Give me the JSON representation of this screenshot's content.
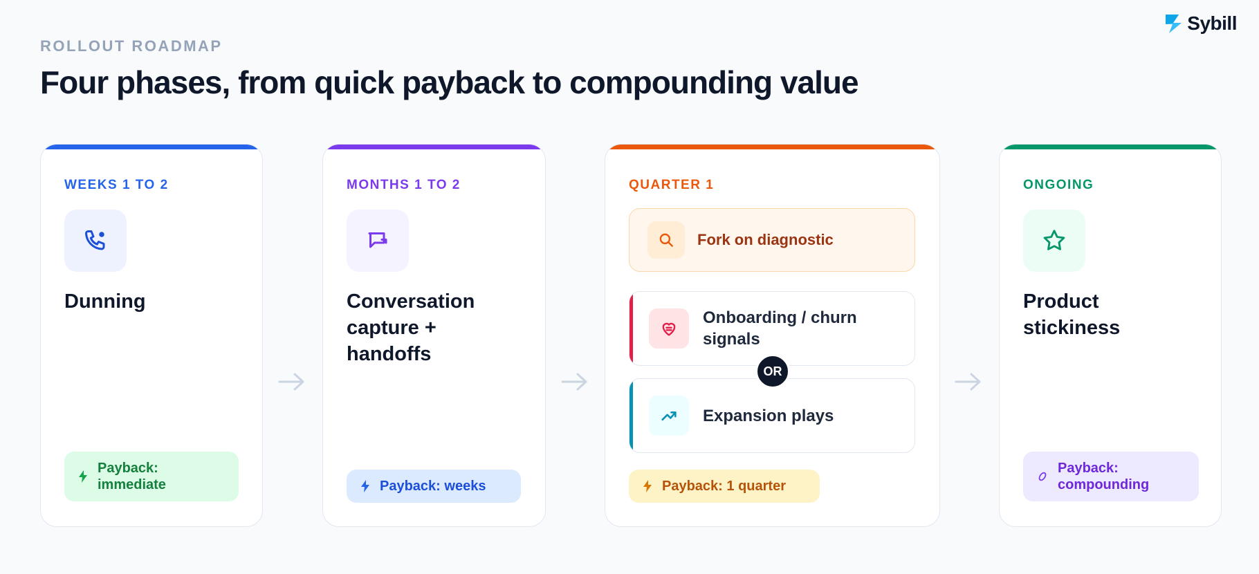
{
  "logo": {
    "text": "Sybill"
  },
  "header": {
    "eyebrow": "ROLLOUT ROADMAP",
    "title": "Four phases, from quick payback to compounding value"
  },
  "phases": [
    {
      "label": "WEEKS 1 TO 2",
      "title": "Dunning",
      "icon": "phone-icon",
      "color": "#2563eb",
      "badge": "Payback: immediate",
      "badge_icon": "bolt-icon"
    },
    {
      "label": "MONTHS 1 TO 2",
      "title": "Conversation capture + handoffs",
      "icon": "chat-icon",
      "color": "#7c3aed",
      "badge": "Payback: weeks",
      "badge_icon": "bolt-icon"
    },
    {
      "label": "QUARTER 1",
      "fork": {
        "label": "Fork on diagnostic",
        "icon": "search-icon"
      },
      "options": [
        {
          "label": "Onboarding / churn signals",
          "icon": "heart-icon",
          "color": "#e11d48"
        },
        {
          "label": "Expansion plays",
          "icon": "trending-up-icon",
          "color": "#0891b2"
        }
      ],
      "or_label": "OR",
      "color": "#ea580c",
      "badge": "Payback: 1 quarter",
      "badge_icon": "bolt-icon"
    },
    {
      "label": "ONGOING",
      "title": "Product stickiness",
      "icon": "star-icon",
      "color": "#059669",
      "badge": "Payback: compounding",
      "badge_icon": "infinity-icon"
    }
  ]
}
